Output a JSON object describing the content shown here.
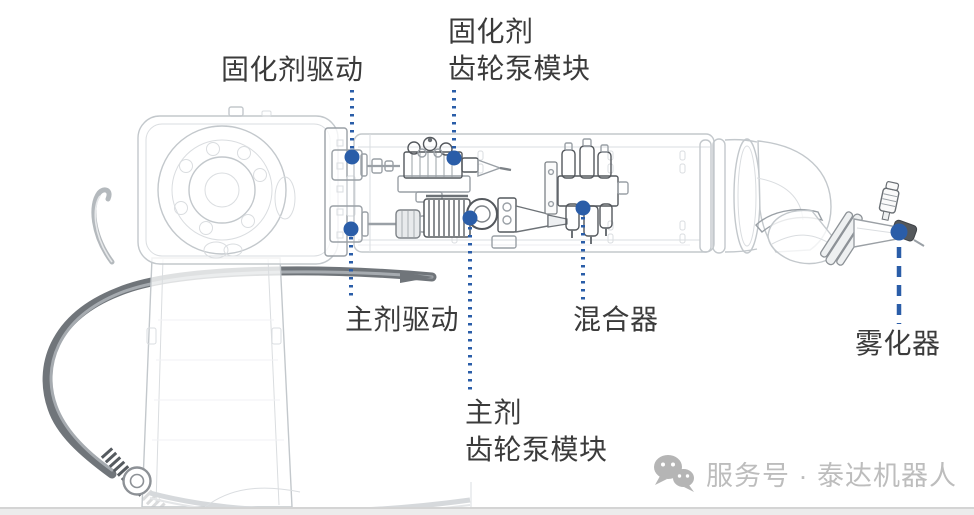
{
  "callouts": {
    "curing_drive": {
      "label": "固化剂驱动"
    },
    "curing_pump": {
      "line1": "固化剂",
      "line2": "齿轮泵模块"
    },
    "main_drive": {
      "label": "主剂驱动"
    },
    "main_pump": {
      "line1": "主剂",
      "line2": "齿轮泵模块"
    },
    "mixer": {
      "label": "混合器"
    },
    "atomizer": {
      "label": "雾化器"
    }
  },
  "watermark": {
    "icon": "wechat-icon",
    "label": "服务号 · 泰达机器人"
  },
  "colors": {
    "callout_blue": "#2a5da8",
    "label_text": "#3b3b3b",
    "watermark_gray": "#bdbdbd"
  }
}
